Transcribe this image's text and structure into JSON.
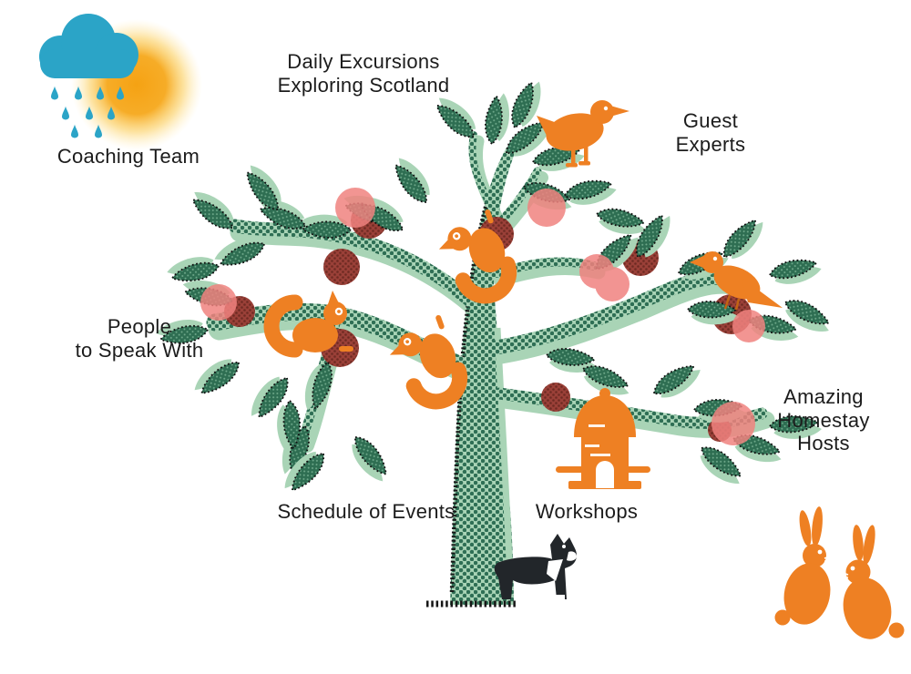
{
  "labels": {
    "coaching_team": [
      "Coaching Team"
    ],
    "daily_excursions": [
      "Daily Excursions",
      "Exploring Scotland"
    ],
    "guest_experts": [
      "Guest",
      "Experts"
    ],
    "people_to_speak_with": [
      "People",
      "to Speak With"
    ],
    "amazing_homestay_hosts": [
      "Amazing",
      "Homestay",
      "Hosts"
    ],
    "schedule_of_events": [
      "Schedule of Events"
    ],
    "workshops": [
      "Workshops"
    ]
  },
  "icons": [
    "sun-icon",
    "rain-cloud-icon",
    "raindrop-icon",
    "tree-icon",
    "leaf-icon",
    "apple-icon",
    "seagull-icon",
    "songbird-icon",
    "squirrel-icon",
    "birdhouse-icon",
    "cat-icon",
    "rabbits-icon"
  ],
  "colors": {
    "orange": "#EE8023",
    "teal_cloud": "#2BA4C7",
    "sun_core": "#F5A213",
    "dark_green": "#2E6E52",
    "mint_green": "#A9D4B6",
    "pink": "#F0827F",
    "dark_red": "#9A4038",
    "silhouette_black": "#22262A",
    "text": "#1C1C1C"
  }
}
